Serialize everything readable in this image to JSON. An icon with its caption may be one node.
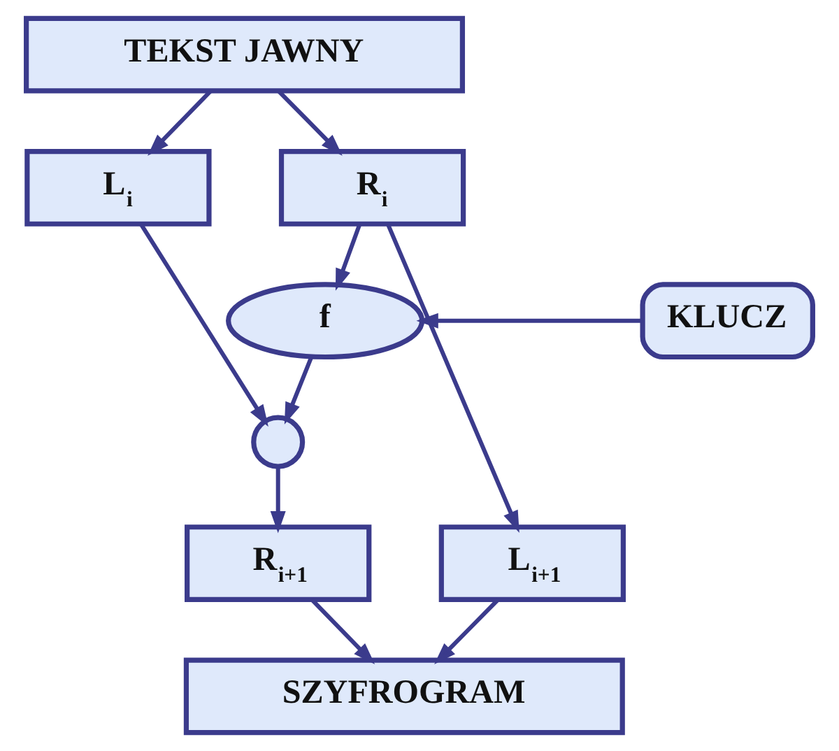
{
  "diagram": {
    "nodes": [
      {
        "text": [
          "TEKST JAWNY"
        ]
      },
      {
        "text": [
          "L$_{i}$"
        ]
      },
      {
        "text": [
          "R$_{i}$"
        ]
      },
      {
        "text": [
          "f"
        ]
      },
      {
        "text": [
          "KLUCZ"
        ]
      },
      {
        "text": [],
        "shape": "circle"
      },
      {
        "text": [
          "L$_{i+1}$"
        ]
      },
      {
        "text": [
          "R$_{i+1}$"
        ]
      },
      {
        "text": [
          "SZYFROGRAM"
        ]
      }
    ],
    "edges": [
      {
        "from": 0,
        "to": 1,
        "arrow": "to"
      },
      {
        "from": 0,
        "to": 2,
        "arrow": "to"
      },
      {
        "from": 1,
        "to": 5,
        "arrow": "to"
      },
      {
        "from": 2,
        "to": 3,
        "arrow": "to"
      },
      {
        "from": 2,
        "to": 6,
        "arrow": "to"
      },
      {
        "from": 4,
        "to": 3,
        "arrow": "to"
      },
      {
        "from": 3,
        "to": 5,
        "arrow": "to"
      },
      {
        "from": 5,
        "to": 7,
        "arrow": "to"
      },
      {
        "from": 6,
        "to": 8,
        "arrow": "to"
      },
      {
        "from": 7,
        "to": 8,
        "arrow": "to"
      }
    ]
  }
}
